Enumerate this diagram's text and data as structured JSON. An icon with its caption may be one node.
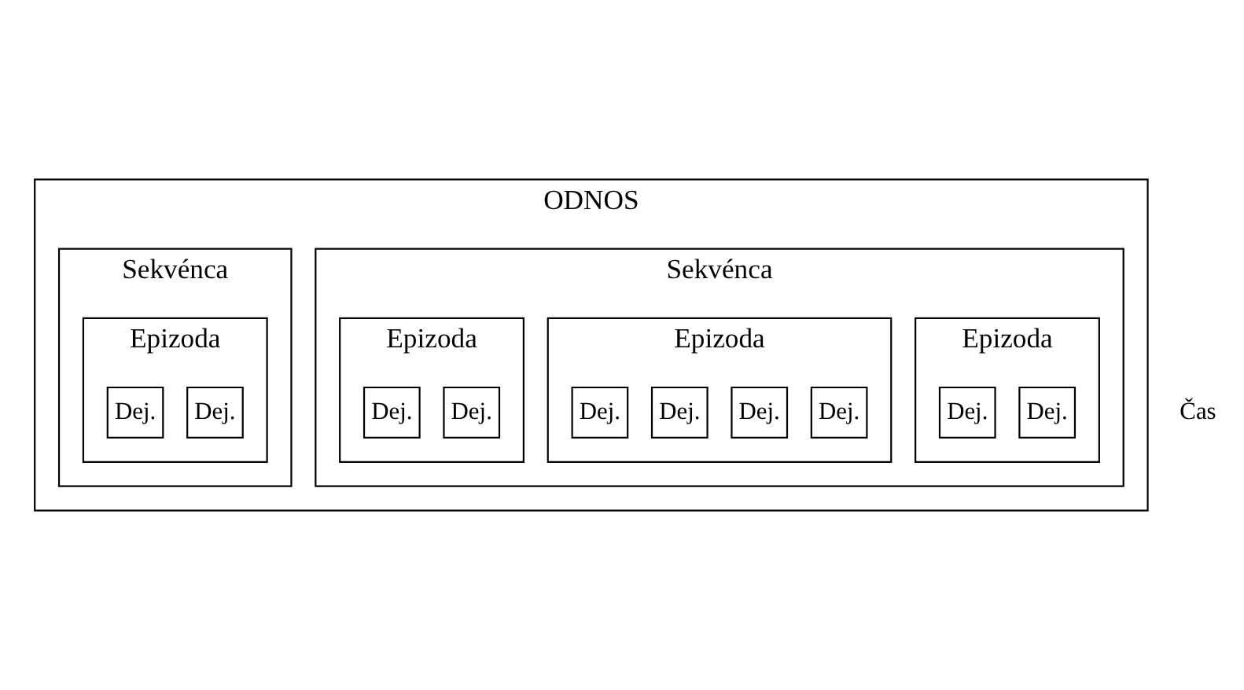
{
  "diagram": {
    "nodes": [
      {
        "text": [
          "ODNOS"
        ]
      },
      {
        "text": [
          "Sekvénca"
        ],
        "in": 0
      },
      {
        "text": [
          "Epizoda"
        ],
        "in": 1
      },
      {
        "text": [
          "Dej."
        ],
        "in": 2
      },
      {
        "text": [
          "Dej."
        ],
        "in": 2
      },
      {
        "text": [
          "Epizoda"
        ],
        "in": 1
      },
      {
        "text": [
          "Dej."
        ],
        "in": 5
      },
      {
        "text": [
          "Dej."
        ],
        "in": 5
      },
      {
        "text": [
          "Dej."
        ],
        "in": 5
      },
      {
        "text": [
          "Dej."
        ],
        "in": 5
      },
      {
        "text": [
          "Epizoda"
        ],
        "in": 1
      },
      {
        "text": [
          "Dej."
        ],
        "in": 10
      },
      {
        "text": [
          "Dej."
        ],
        "in": 10
      },
      {
        "text": [
          "Sekvénca"
        ],
        "in": 0
      },
      {
        "text": [
          "Epizoda"
        ],
        "in": 13
      },
      {
        "text": [
          "Dej."
        ],
        "in": 14
      },
      {
        "text": [
          "Dej."
        ],
        "in": 14
      }
    ],
    "edges": [],
    "labels": [
      "Čas"
    ]
  }
}
